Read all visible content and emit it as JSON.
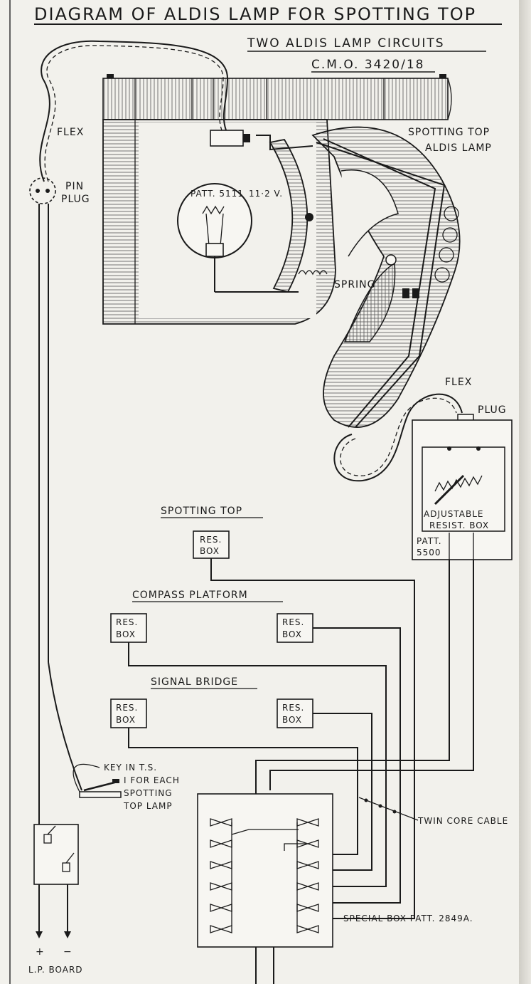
{
  "title": "DIAGRAM OF ALDIS LAMP FOR SPOTTING TOP",
  "subtitle": "TWO ALDIS LAMP CIRCUITS",
  "reference": "C.M.O. 3420/18",
  "labels": {
    "flex_left": "FLEX",
    "pin": "PIN",
    "plug_word": "PLUG",
    "lamp_patt": "PATT. 5111",
    "lamp_volt": "11·2 V.",
    "spring": "SPRING",
    "spotting_top": "SPOTTING TOP",
    "aldis_lamp": "ALDIS LAMP",
    "flex_right": "FLEX",
    "plug_right": "PLUG",
    "adjustable": "ADJUSTABLE",
    "resist_box": "RESIST. BOX",
    "patt": "PATT.",
    "patt_no": "5500",
    "section_spotting": "SPOTTING TOP",
    "section_compass": "COMPASS PLATFORM",
    "section_signal": "SIGNAL BRIDGE",
    "res": "RES.",
    "box": "BOX",
    "key_line1": "KEY IN T.S.",
    "key_line2": "I FOR EACH",
    "key_line3": "SPOTTING",
    "key_line4": "TOP LAMP",
    "twin_core": "TWIN CORE CABLE",
    "special_box": "SPECIAL BOX PATT. 2849A.",
    "plus": "+",
    "minus": "−",
    "lp_board": "L.P. BOARD"
  }
}
